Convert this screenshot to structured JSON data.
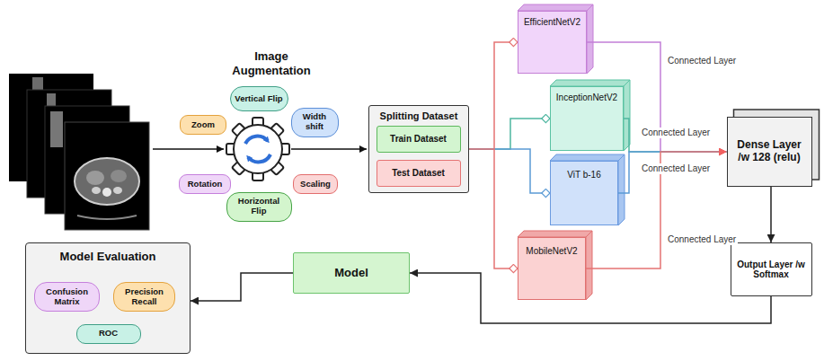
{
  "diagram": {
    "nodes": [
      {
        "text": [
          "Vertical Flip"
        ]
      },
      {
        "text": [
          "Zoom"
        ]
      },
      {
        "text": [
          "Width shift"
        ]
      },
      {
        "text": [
          "Rotation"
        ]
      },
      {
        "text": [
          "Scaling"
        ]
      },
      {
        "text": [
          "Horizontal Flip"
        ]
      },
      {
        "text": [
          "Splitting Dataset"
        ]
      },
      {
        "text": [
          "Train Dataset"
        ],
        "in": 6
      },
      {
        "text": [
          "Test Dataset"
        ],
        "in": 6
      },
      {
        "text": [
          "EfficientNetV2"
        ]
      },
      {
        "text": [
          "InceptionNetV2"
        ]
      },
      {
        "text": [
          "ViT b-16"
        ]
      },
      {
        "text": [
          "MobileNetV2"
        ]
      },
      {
        "text": [
          "Dense Layer /w 128 (relu)"
        ]
      },
      {
        "text": [
          "Output Layer /w Softmax"
        ]
      },
      {
        "text": [
          "Model Evaluation"
        ]
      },
      {
        "text": [
          "Confusion Matrix"
        ],
        "in": 15
      },
      {
        "text": [
          "Precision Recall"
        ],
        "in": 15
      },
      {
        "text": [
          "ROC"
        ],
        "in": 15
      },
      {
        "text": [
          "Model"
        ]
      }
    ],
    "edges": [
      {
        "from": 6,
        "to": 9,
        "arrow": "to"
      },
      {
        "from": 6,
        "to": 10,
        "arrow": "to"
      },
      {
        "from": 6,
        "to": 11,
        "arrow": "to"
      },
      {
        "from": 6,
        "to": 12,
        "arrow": "to"
      },
      {
        "from": 9,
        "to": 13,
        "label": "Connected Layer",
        "arrow": "to"
      },
      {
        "from": 10,
        "to": 13,
        "label": "Connected Layer",
        "arrow": "to"
      },
      {
        "from": 11,
        "to": 13,
        "label": "Connected Layer",
        "arrow": "to"
      },
      {
        "from": 12,
        "to": 13,
        "label": "Connected Layer",
        "arrow": "to"
      },
      {
        "from": 13,
        "to": 14,
        "arrow": "to"
      },
      {
        "from": 14,
        "to": 19,
        "arrow": "to"
      },
      {
        "from": 19,
        "to": 15,
        "arrow": "to"
      }
    ],
    "labels": [
      "Image Augmentation"
    ]
  }
}
